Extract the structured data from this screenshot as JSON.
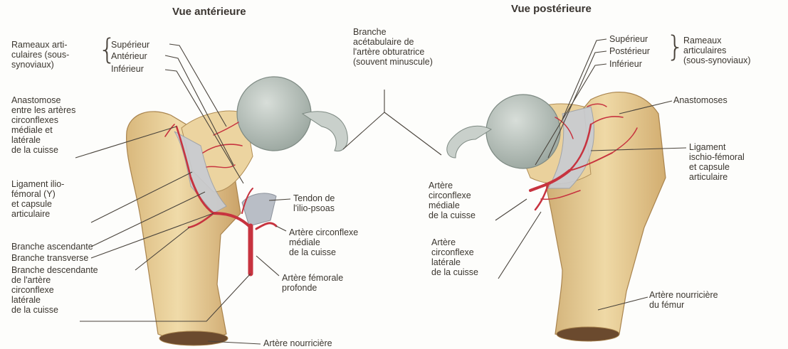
{
  "titles": {
    "anterior": "Vue antérieure",
    "posterior": "Vue postérieure"
  },
  "anterior_labels": {
    "rameaux": "Rameaux arti-\nculaires (sous-\nsynoviaux)",
    "superieur": "Supérieur",
    "anterieur": "Antérieur",
    "inferieur": "Inférieur",
    "anastomose": "Anastomose\nentre les artères\ncirconflexes\nmédiale et\nlatérale\nde la cuisse",
    "ligament": "Ligament ilio-\nfémoral (Y)\net capsule\narticulaire",
    "branche_asc": "Branche ascendante",
    "branche_trans": "Branche transverse",
    "branche_desc": "Branche descendante\nde l'artère\ncirconflexe\nlatérale\nde la cuisse",
    "tendon": "Tendon de\nl'ilio-psoas",
    "circ_mediale": "Artère circonflexe\nmédiale\nde la cuisse",
    "femorale_prof": "Artère fémorale\nprofonde",
    "nourriciere": "Artère nourricière"
  },
  "center_label": "Branche\nacétabulaire de\nl'artère obturatrice\n(souvent minuscule)",
  "posterior_labels": {
    "superieur": "Supérieur",
    "posterieur": "Postérieur",
    "inferieur": "Inférieur",
    "rameaux": "Rameaux\narticulaires\n(sous-synoviaux)",
    "anastomoses": "Anastomoses",
    "ligament": "Ligament\nischio-fémoral\net capsule\narticulaire",
    "circ_mediale": "Artère\ncirconflexe\nmédiale\nde la cuisse",
    "circ_laterale": "Artère\ncirconflexe\nlatérale\nde la cuisse",
    "nourriciere": "Artère nourricière\ndu fémur"
  },
  "colors": {
    "bone": "#e9cf98",
    "bone_shadow": "#c9a46a",
    "cartilage": "#b9c3bd",
    "capsule": "#c8ccd3",
    "artery": "#c7333f",
    "leader": "#4a443c"
  }
}
